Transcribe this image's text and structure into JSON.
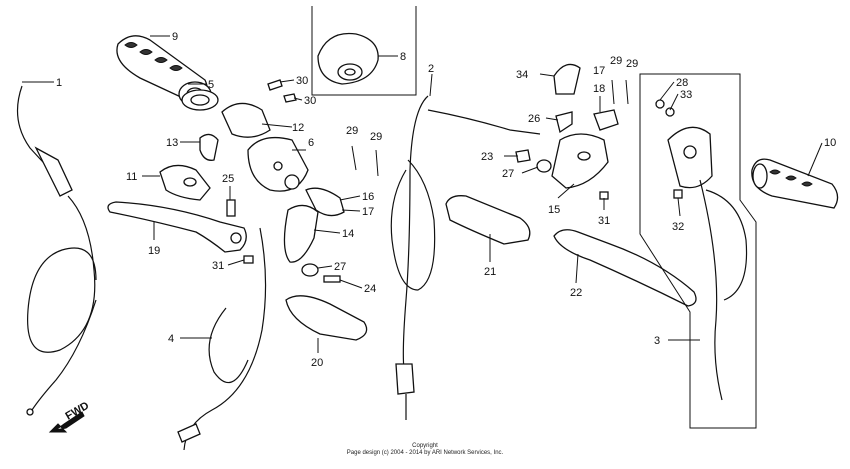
{
  "callouts": [
    "1",
    "2",
    "3",
    "4",
    "5",
    "6",
    "8",
    "9",
    "10",
    "11",
    "12",
    "13",
    "14",
    "15",
    "16",
    "17",
    "17",
    "18",
    "19",
    "20",
    "21",
    "22",
    "23",
    "24",
    "25",
    "26",
    "27",
    "27",
    "28",
    "29",
    "29",
    "29",
    "29",
    "30",
    "30",
    "31",
    "31",
    "32",
    "33",
    "34"
  ],
  "fwd_label": "FWD",
  "copyright": {
    "line1": "Copyright",
    "line2": "Page design (c) 2004 - 2014 by ARI Network Services, Inc."
  },
  "icons": [
    "fwd-arrow-icon"
  ]
}
